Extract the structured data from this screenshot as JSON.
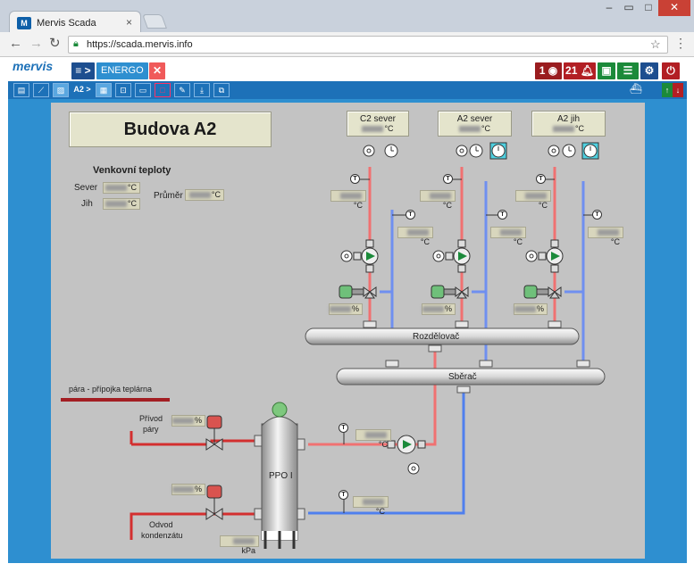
{
  "browser": {
    "tab_title": "Mervis Scada",
    "url": "https://scada.mervis.info",
    "favicon_glyph": "M",
    "back_icon": "arrow-left-icon",
    "forward_icon": "arrow-right-icon",
    "reload_icon": "reload-icon",
    "lock_icon": "lock-icon",
    "star_icon": "star-icon",
    "menu_icon": "kebab-menu-icon"
  },
  "app": {
    "logo": "mervis",
    "menu_label": "≡ >",
    "section_label": "ENERGO",
    "close_label": "✕",
    "alarm_count_1": "1",
    "alarm_count_2": "21",
    "colors": {
      "brand_blue": "#1d71b8",
      "alarm_red": "#b21f24",
      "green": "#1b8a3a",
      "canvas": "#c3c3c3"
    }
  },
  "toolbar": {
    "view_level": "A2 >"
  },
  "scada": {
    "title": "Budova A2",
    "outdoor": {
      "heading": "Venkovní teploty",
      "north_label": "Sever",
      "south_label": "Jih",
      "avg_label": "Průměr",
      "unit": "°C"
    },
    "circuits": [
      {
        "name": "C2 sever",
        "unit": "°C"
      },
      {
        "name": "A2 sever",
        "unit": "°C"
      },
      {
        "name": "A2 jih",
        "unit": "°C"
      }
    ],
    "temp_unit": "°C",
    "percent_unit": "%",
    "pressure_unit": "kPa",
    "manifold_label": "Rozdělovač",
    "collector_label": "Sběrač",
    "steam_line_label": "pára - přípojka teplárna",
    "steam_supply_label_1": "Přívod",
    "steam_supply_label_2": "páry",
    "condensate_label_1": "Odvod",
    "condensate_label_2": "kondenzátu",
    "exchanger_label": "PPO I",
    "t_sensor_glyph": "T"
  }
}
